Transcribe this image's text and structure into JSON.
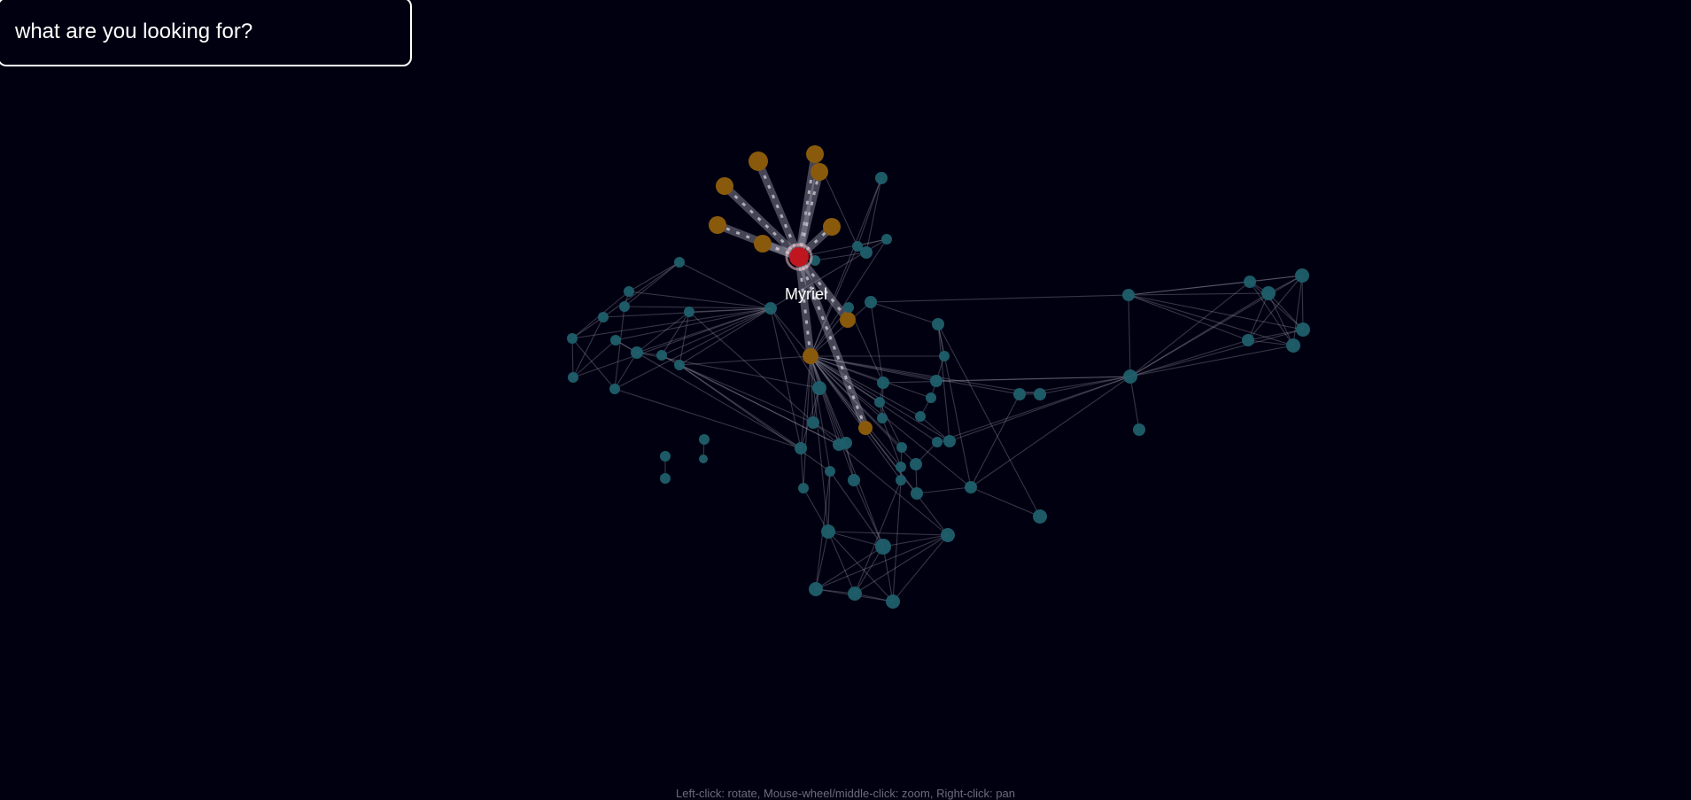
{
  "search": {
    "placeholder": "what are you looking for?",
    "value": ""
  },
  "graph": {
    "highlighted_node_label": "Myriel",
    "colors": {
      "background": "#000011",
      "node": "#1f5f6b",
      "neighbor_node": "#8a5a0c",
      "selected_node": "#c0161f",
      "link": "#9a9aaa",
      "highlight_link": "#c8c8d0"
    },
    "node_count": 77
  },
  "footer": {
    "hint": "Left-click: rotate, Mouse-wheel/middle-click: zoom, Right-click: pan"
  }
}
